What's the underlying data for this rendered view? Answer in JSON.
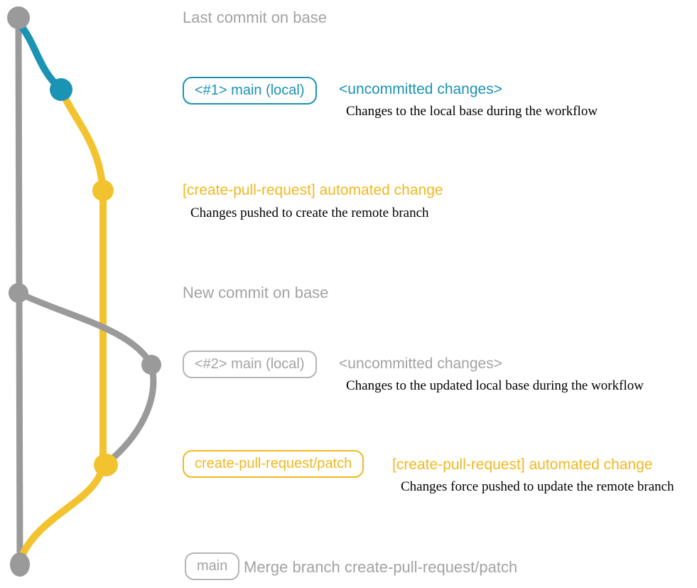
{
  "colors": {
    "gray": "#9a9a9a",
    "gray_text": "#a3a3a3",
    "gray_border": "#b5b5b5",
    "blue": "#1b93b4",
    "yellow": "#f2c32e",
    "yellow_text": "#f0b822"
  },
  "rows": [
    {
      "title": "Last commit on base"
    },
    {
      "badge": "<#1> main (local)",
      "label": "<uncommitted changes>",
      "desc": "Changes to the local base during the workflow"
    },
    {
      "label": "[create-pull-request] automated change",
      "desc": "Changes pushed to create the remote branch"
    },
    {
      "title": "New commit on base"
    },
    {
      "badge": "<#2> main (local)",
      "label": "<uncommitted changes>",
      "desc": "Changes to the updated local base during the workflow"
    },
    {
      "badge": "create-pull-request/patch",
      "label": "[create-pull-request] automated change",
      "desc": "Changes force pushed to update the remote branch"
    },
    {
      "badge": "main",
      "label": "Merge branch create-pull-request/patch"
    }
  ],
  "graph": {
    "commits": [
      {
        "name": "last-commit-on-base",
        "color": "gray"
      },
      {
        "name": "uncommitted-changes-1",
        "color": "blue"
      },
      {
        "name": "automated-change-1",
        "color": "yellow"
      },
      {
        "name": "new-commit-on-base",
        "color": "gray"
      },
      {
        "name": "uncommitted-changes-2",
        "color": "gray"
      },
      {
        "name": "automated-change-2",
        "color": "yellow"
      },
      {
        "name": "merge-commit",
        "color": "gray"
      }
    ]
  }
}
